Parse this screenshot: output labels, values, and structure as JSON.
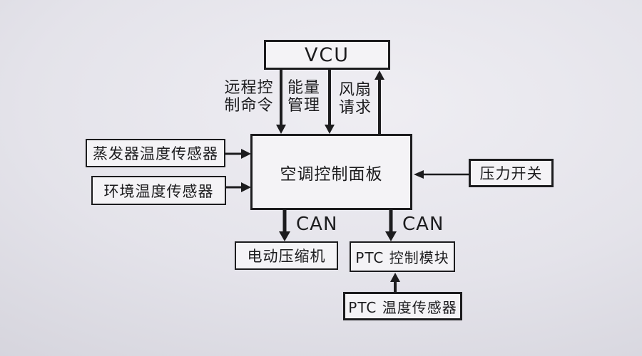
{
  "diagram": {
    "nodes": {
      "vcu": {
        "label": "VCU"
      },
      "panel": {
        "label": "空调控制面板"
      },
      "evaporator_sensor": {
        "label": "蒸发器温度传感器"
      },
      "ambient_sensor": {
        "label": "环境温度传感器"
      },
      "pressure_switch": {
        "label": "压力开关"
      },
      "compressor": {
        "label": "电动压缩机"
      },
      "ptc_module": {
        "label": "PTC 控制模块"
      },
      "ptc_sensor": {
        "label": "PTC 温度传感器"
      }
    },
    "edge_labels": {
      "remote_control": "远程控制命令",
      "energy_management": "能量管理",
      "fan_request": "风扇请求",
      "can_left": "CAN",
      "can_right": "CAN"
    },
    "colors": {
      "line": "#1c1c1e",
      "box_fill": "#f4f3f6",
      "box_border": "#1c1c1e",
      "background_center": "#efeef3",
      "background_edge": "#cecdd6"
    }
  }
}
